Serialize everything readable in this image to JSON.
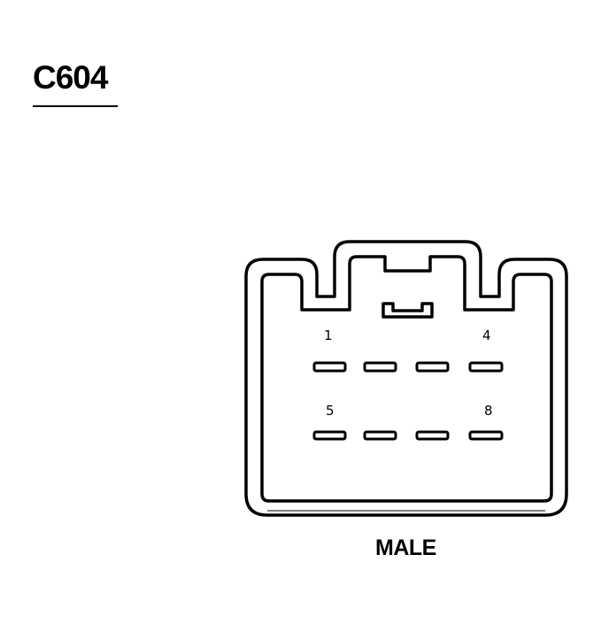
{
  "connector": {
    "id": "C604",
    "gender": "MALE",
    "pin_count": 8,
    "pin_labels": [
      {
        "label": "1",
        "position": "top-left"
      },
      {
        "label": "4",
        "position": "top-right"
      },
      {
        "label": "5",
        "position": "bottom-left"
      },
      {
        "label": "8",
        "position": "bottom-right"
      }
    ],
    "rows": [
      {
        "row": 1,
        "pins": [
          1,
          2,
          3,
          4
        ]
      },
      {
        "row": 2,
        "pins": [
          5,
          6,
          7,
          8
        ]
      }
    ]
  }
}
